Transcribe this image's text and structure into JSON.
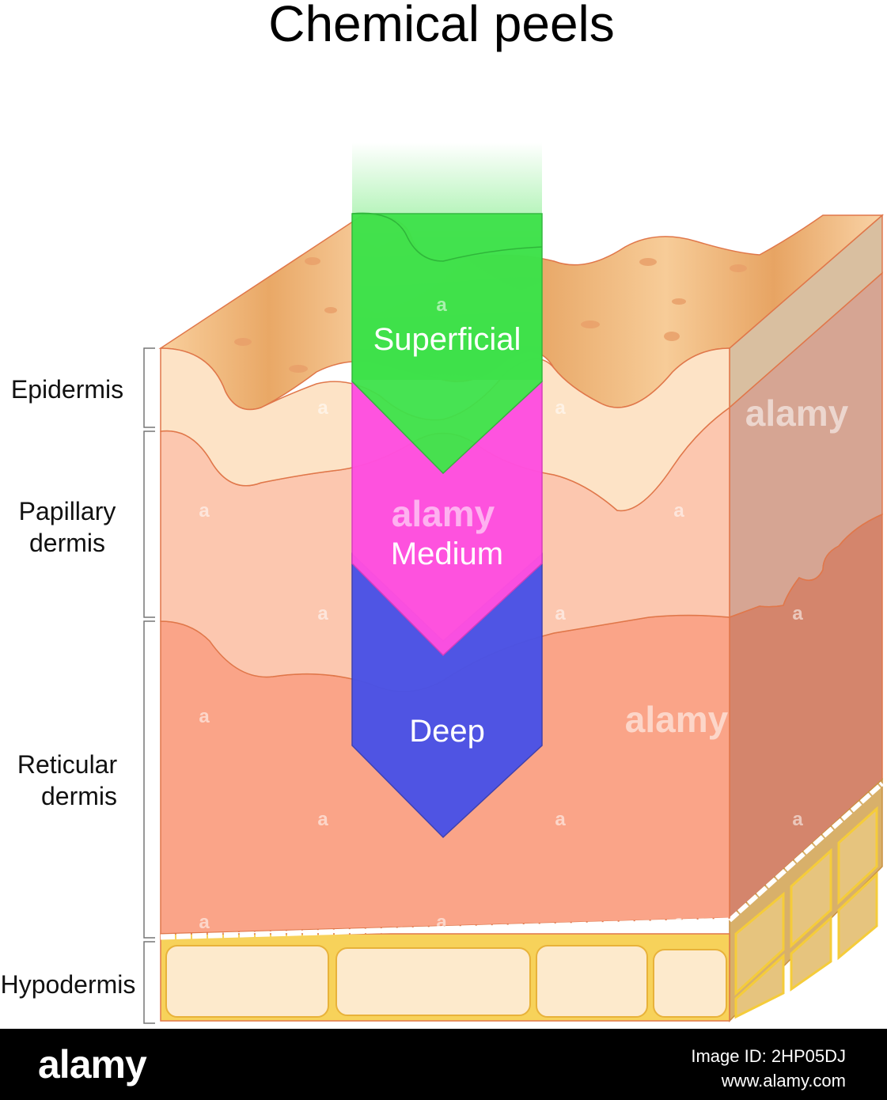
{
  "title": "Chemical peels",
  "peels": {
    "superficial": "Superficial",
    "medium": "Medium",
    "deep": "Deep"
  },
  "layers": {
    "epidermis": "Epidermis",
    "papillary_line1": "Papillary",
    "papillary_line2": "dermis",
    "reticular_line1": "Reticular",
    "reticular_line2": "dermis",
    "hypodermis": "Hypodermis"
  },
  "watermark": {
    "brand": "alamy",
    "mark": "a"
  },
  "footer": {
    "logo": "alamy",
    "image_id": "Image ID: 2HP05DJ",
    "site": "www.alamy.com"
  },
  "colors": {
    "superficial": "#3ee24a",
    "medium": "#ff4fe0",
    "deep": "#4a52e6",
    "epidermis": "#fde3c6",
    "papillary_dermis": "#fcc7af",
    "reticular_dermis": "#faa488",
    "hypodermis_cells": "#fdeacc",
    "hypodermis_fat": "#f7d25a",
    "outline": "#e0774a"
  }
}
